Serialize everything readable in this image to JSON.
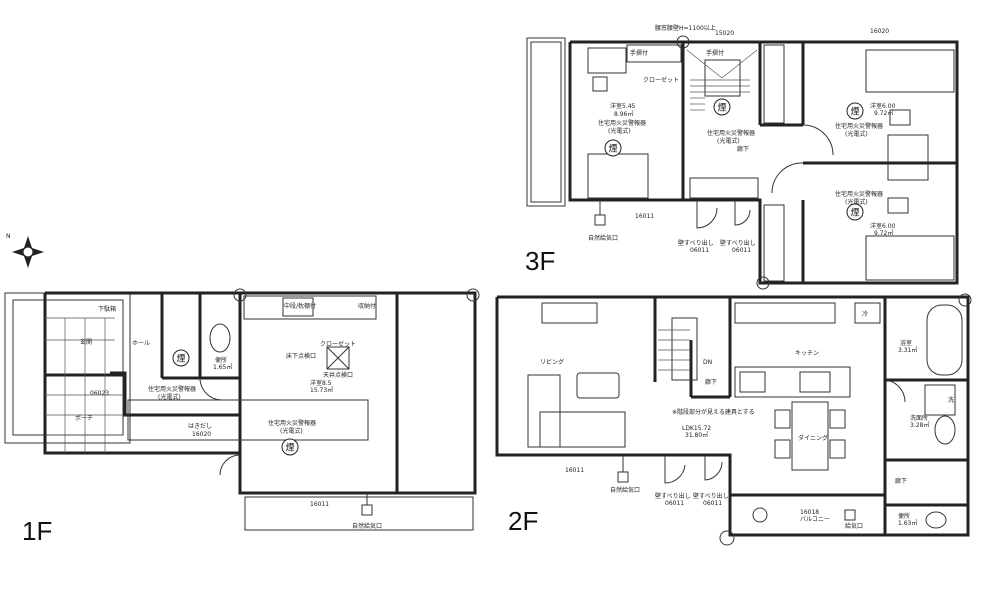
{
  "floors": {
    "f1": {
      "label": "1F",
      "rooms": {
        "entrance": "玄関",
        "hall": "ホール",
        "shoe_box": "下駄箱",
        "toilet": "便所",
        "toilet_area": "1.65㎡",
        "western": "洋室8.5",
        "western_area": "15.73㎡",
        "closet": "クローゼット",
        "ceiling_hatch": "天井点検口",
        "floor_hatch": "床下点検口",
        "storage": "中段/枕棚付",
        "shelf": "収納付",
        "porch": "ポーチ",
        "sweep_window": "はきだし",
        "sweep_code": "16020",
        "bottom_code": "16011",
        "vent": "自然給気口",
        "alarm1": "住宅用火災警報器",
        "alarm1_sub": "(光電式)",
        "alarm2": "住宅用火災警報器",
        "alarm2_sub": "(光電式)",
        "porch_code": "06023"
      }
    },
    "f2": {
      "label": "2F",
      "rooms": {
        "living": "リビング",
        "kitchen": "キッチン",
        "dining": "ダイニング",
        "ldk": "LDK15.72",
        "ldk_area": "31.80㎡",
        "bath": "浴室",
        "bath_area": "3.31㎡",
        "wash": "洗面所",
        "wash_area": "3.28㎡",
        "toilet": "便所",
        "toilet_area": "1.63㎡",
        "hall": "廊下",
        "balcony": "バルコニー",
        "balcony_code": "16018",
        "note": "※階段部分が見える建具とする",
        "fridge": "冷",
        "washer": "洗",
        "vent": "自然給気口",
        "vent2": "給気口",
        "win1": "壁すべり出し",
        "win1_code": "06011",
        "win2": "壁すべり出し",
        "win2_code": "06011",
        "living_code": "16011",
        "dn": "DN"
      }
    },
    "f3": {
      "label": "3F",
      "rooms": {
        "w1": "洋室5.45",
        "w1_area": "8.96㎡",
        "w2": "洋室6.00",
        "w2_area": "9.72㎡",
        "w3": "洋室6.00",
        "w3_area": "9.72㎡",
        "closet": "クローゼット",
        "handrail": "手摺付",
        "hall": "廊下",
        "alarm": "住宅用火災警報器",
        "alarm_sub": "(光電式)",
        "vent": "自然給気口",
        "win1": "壁すべり出し",
        "win1_code": "06011",
        "win2": "壁すべり出し",
        "win2_code": "06011",
        "top_code": "15020",
        "top_code2": "16020",
        "bottom_code": "16011",
        "top_note": "腰窓腰壁H=1100以上"
      }
    }
  },
  "smoke_glyph": "煙",
  "compass": "N"
}
